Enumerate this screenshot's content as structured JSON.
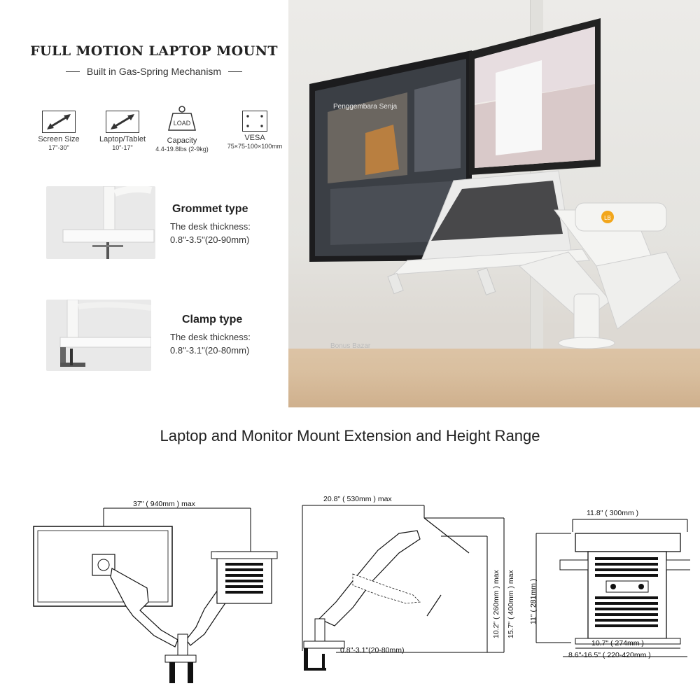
{
  "header": {
    "title": "FULL MOTION LAPTOP MOUNT",
    "subtitle": "Built in Gas-Spring Mechanism"
  },
  "specs": [
    {
      "label": "Screen Size",
      "value": "17\"-30\"",
      "icon": "diagonal-arrow-icon"
    },
    {
      "label": "Laptop/Tablet",
      "value": "10\"-17\"",
      "icon": "diagonal-arrow-icon"
    },
    {
      "label": "Capacity",
      "value": "4.4-19.8lbs (2-9kg)",
      "icon": "load-weight-icon",
      "icon_text": "LOAD"
    },
    {
      "label": "VESA",
      "value": "75×75-100×100mm",
      "icon": "vesa-pattern-icon"
    }
  ],
  "mount_types": [
    {
      "title": "Grommet type",
      "desc_line1": "The desk thickness:",
      "desc_line2": "0.8\"-3.5\"(20-90mm)"
    },
    {
      "title": "Clamp type",
      "desc_line1": "The desk thickness:",
      "desc_line2": "0.8\"-3.1\"(20-80mm)"
    }
  ],
  "photo": {
    "monitor_text": "Penggembara Senja",
    "arm_logo": "LB",
    "watermark": "Bonus Bazar"
  },
  "section_heading": "Laptop and Monitor Mount Extension and Height Range",
  "diagram1": {
    "extension": "37\" ( 940mm ) max"
  },
  "diagram2": {
    "extension": "20.8\" ( 530mm ) max",
    "height_laptop": "10.2\" ( 260mm ) max",
    "height_monitor": "15.7\" ( 400mm ) max",
    "desk": "0.8\"-3.1\"(20-80mm)"
  },
  "diagram3": {
    "width_top": "11.8\" ( 300mm )",
    "depth": "11\" ( 281mm )",
    "width_inner": "10.7\" ( 274mm )",
    "width_range": "8.6\"-16.5\" ( 220-420mm )"
  },
  "colors": {
    "accent": "#f2a61c",
    "desk": "#d9bf9f",
    "arm": "#f4f4f2"
  }
}
